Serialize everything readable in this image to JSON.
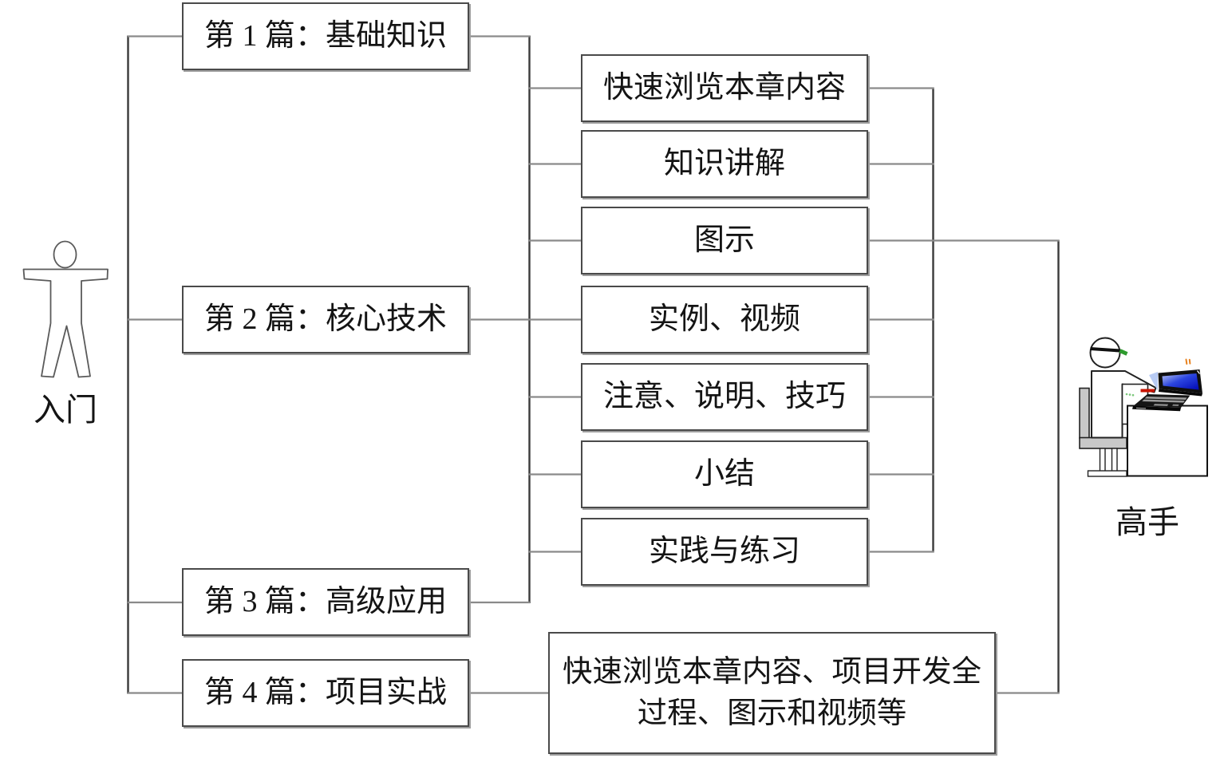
{
  "figures": {
    "beginner_label": "入门",
    "expert_label": "高手"
  },
  "chapter_boxes": [
    {
      "label": "第 1 篇：基础知识"
    },
    {
      "label": "第 2 篇：核心技术"
    },
    {
      "label": "第 3 篇：高级应用"
    },
    {
      "label": "第 4 篇：项目实战"
    }
  ],
  "feature_boxes": [
    {
      "label": "快速浏览本章内容"
    },
    {
      "label": "知识讲解"
    },
    {
      "label": "图示"
    },
    {
      "label": "实例、视频"
    },
    {
      "label": "注意、说明、技巧"
    },
    {
      "label": "小结"
    },
    {
      "label": "实践与练习"
    }
  ],
  "project_box": {
    "label": "快速浏览本章内容、项目开发全过程、图示和视频等"
  },
  "icons": {
    "left": "beginner-person-icon",
    "right": "expert-at-computer-icon"
  },
  "colors": {
    "background": "#ffffff",
    "box_border": "#4a4a4a",
    "box_shadow": "#9e9e9e",
    "connector_horizontal": "#8a8a8a",
    "connector_vertical": "#3a3a3a",
    "laptop_screen_blue": "#2c46e0",
    "chair_gray": "#c8c8c8",
    "pencil_green": "#2e9b2e",
    "pen_red": "#c81400",
    "sparkle_orange": "#e8821e"
  }
}
